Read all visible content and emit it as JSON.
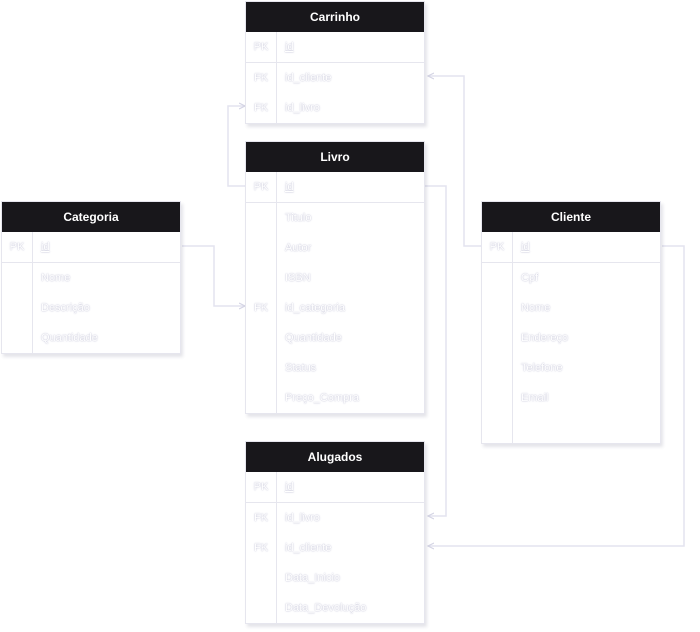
{
  "diagram": {
    "entities": {
      "carrinho": {
        "title": "Carrinho",
        "rows": [
          {
            "key": "PK",
            "name": "id"
          },
          {
            "key": "FK",
            "name": "id_cliente"
          },
          {
            "key": "FK",
            "name": "id_livro"
          }
        ]
      },
      "livro": {
        "title": "Livro",
        "rows": [
          {
            "key": "PK",
            "name": "id"
          },
          {
            "key": "",
            "name": "Titulo"
          },
          {
            "key": "",
            "name": "Autor"
          },
          {
            "key": "",
            "name": "ISBN"
          },
          {
            "key": "FK",
            "name": "id_categoria"
          },
          {
            "key": "",
            "name": "Quantidade"
          },
          {
            "key": "",
            "name": "Status"
          },
          {
            "key": "",
            "name": "Preço_Compra"
          }
        ]
      },
      "categoria": {
        "title": "Categoria",
        "rows": [
          {
            "key": "PK",
            "name": "id"
          },
          {
            "key": "",
            "name": "Nome"
          },
          {
            "key": "",
            "name": "Descrição"
          },
          {
            "key": "",
            "name": "Quantidade"
          }
        ]
      },
      "cliente": {
        "title": "Cliente",
        "rows": [
          {
            "key": "PK",
            "name": "id"
          },
          {
            "key": "",
            "name": "Cpf"
          },
          {
            "key": "",
            "name": "Nome"
          },
          {
            "key": "",
            "name": "Endereço"
          },
          {
            "key": "",
            "name": "Telefone"
          },
          {
            "key": "",
            "name": "Email"
          },
          {
            "key": "",
            "name": ""
          }
        ]
      },
      "alugados": {
        "title": "Alugados",
        "rows": [
          {
            "key": "PK",
            "name": "id"
          },
          {
            "key": "FK",
            "name": "id_livro"
          },
          {
            "key": "FK",
            "name": "id_cliente"
          },
          {
            "key": "",
            "name": "Data_Inicio"
          },
          {
            "key": "",
            "name": "Data_Devolução"
          }
        ]
      }
    },
    "colors": {
      "header_bg": "#18171b",
      "header_text": "#ffffff",
      "border": "#e6e6ee",
      "connector": "#e3e3ef"
    }
  }
}
